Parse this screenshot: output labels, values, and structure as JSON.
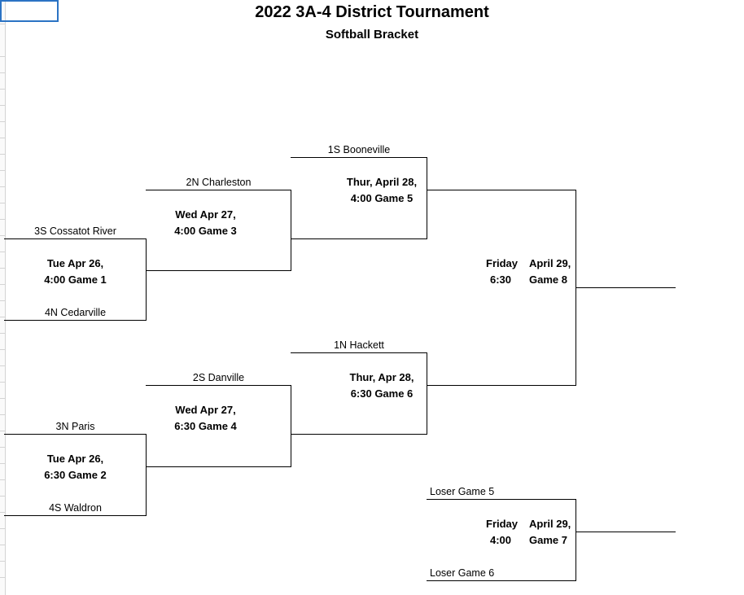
{
  "header": {
    "title": "2022 3A-4 District Tournament",
    "subtitle": "Softball Bracket"
  },
  "teams": {
    "s3": "3S Cossatot River",
    "n4": "4N Cedarville",
    "n2": "2N Charleston",
    "s1": "1S Booneville",
    "n3": "3N Paris",
    "s4": "4S Waldron",
    "s2": "2S Danville",
    "n1": "1N Hackett",
    "loser5": "Loser Game 5",
    "loser6": "Loser Game 6"
  },
  "games": {
    "g1": {
      "line1": "Tue  Apr 26,",
      "line2": "4:00  Game 1"
    },
    "g2": {
      "line1": "Tue  Apr 26,",
      "line2": "6:30  Game 2"
    },
    "g3": {
      "line1": "Wed  Apr 27,",
      "line2": "4:00  Game 3"
    },
    "g4": {
      "line1": "Wed  Apr 27,",
      "line2": "6:30  Game 4"
    },
    "g5": {
      "line1": "Thur,  April 28,",
      "line2": "4:00  Game 5"
    },
    "g6": {
      "line1": "Thur,  Apr 28,",
      "line2": "6:30  Game 6"
    },
    "g7": {
      "day": "Friday",
      "date": "April 29,",
      "time": "4:00",
      "game": "Game 7"
    },
    "g8": {
      "day": "Friday",
      "date": "April 29,",
      "time": "6:30",
      "game": "Game 8"
    }
  }
}
